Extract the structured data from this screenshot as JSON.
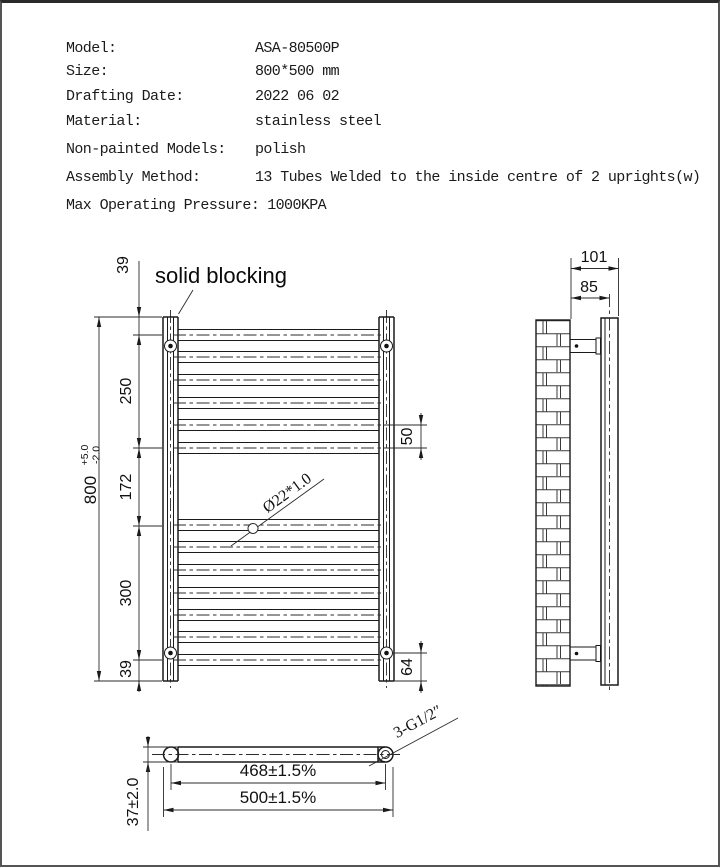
{
  "spec": {
    "rows": [
      {
        "label": "Model:",
        "value": "ASA-80500P"
      },
      {
        "label": "Size:",
        "value": "800*500 mm"
      },
      {
        "label": "Drafting Date:",
        "value": "2022 06 02"
      },
      {
        "label": "Material:",
        "value": "stainless steel"
      },
      {
        "label": "Non-painted Models:",
        "value": "polish"
      },
      {
        "label": "Assembly Method:",
        "value": "13 Tubes Welded to the inside centre of 2 uprights(w)"
      },
      {
        "label": "Max Operating Pressure:",
        "value": "1000KPA"
      }
    ]
  },
  "front_view": {
    "callout": "solid blocking",
    "tube_label": "Ø22*1.0",
    "dims": {
      "top_offset": "39",
      "upper_span": "250",
      "mid_gap": "172",
      "lower_span": "300",
      "bottom_offset": "39",
      "height": "800",
      "height_tol_plus": "+5.0",
      "height_tol_minus": "-2.0",
      "tube_pitch": "50",
      "bracket_offset": "64"
    }
  },
  "side_view": {
    "dims": {
      "overall_depth": "101",
      "centre_depth": "85"
    }
  },
  "bottom_view": {
    "thread_label": "3-G1/2″",
    "dims": {
      "bracket_depth": "37±2.0",
      "fixing_centres": "468±1.5%",
      "overall_width": "500±1.5%"
    }
  },
  "colors": {
    "line": "#1a1a1a",
    "background": "#ffffff"
  }
}
